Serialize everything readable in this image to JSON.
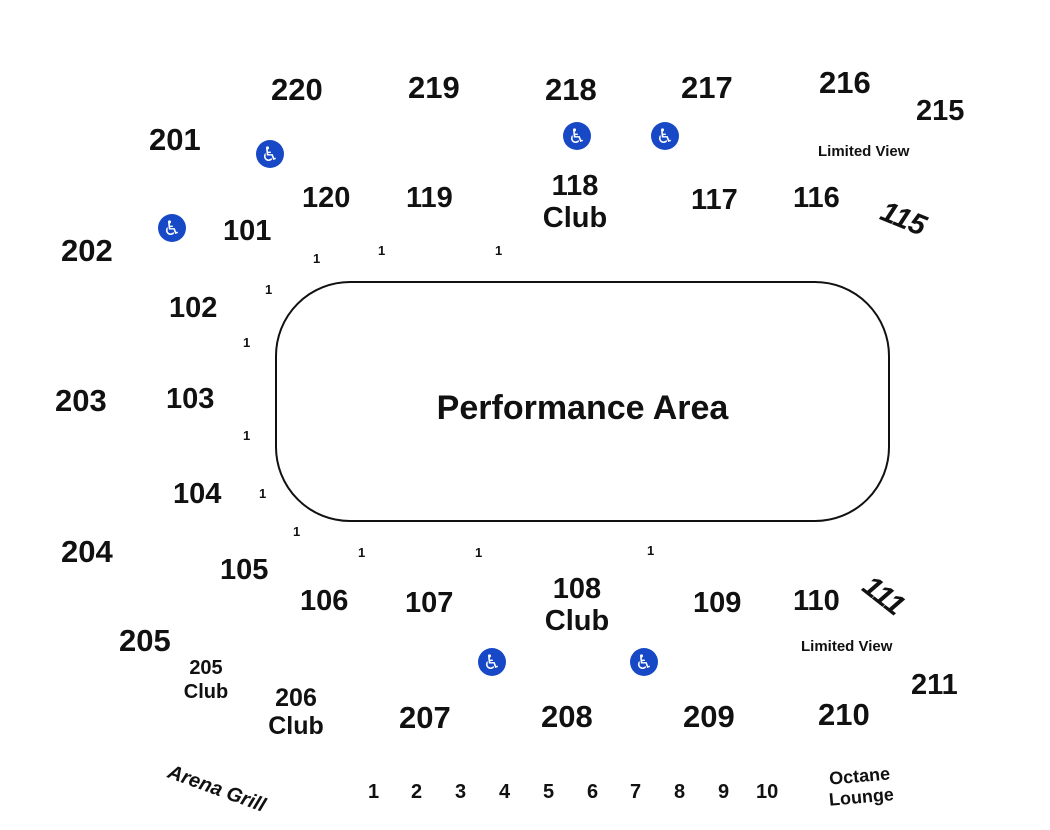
{
  "performance_area": "Performance Area",
  "sections": {
    "s220": "220",
    "s219": "219",
    "s218": "218",
    "s217": "217",
    "s216": "216",
    "s215": "215",
    "s201": "201",
    "s202": "202",
    "s203": "203",
    "s204": "204",
    "s205": "205",
    "s207": "207",
    "s208": "208",
    "s209": "209",
    "s210": "210",
    "s211": "211",
    "s120": "120",
    "s119": "119",
    "s118": "118",
    "s117": "117",
    "s116": "116",
    "s115": "115",
    "s101": "101",
    "s102": "102",
    "s103": "103",
    "s104": "104",
    "s105": "105",
    "s106": "106",
    "s107": "107",
    "s108": "108",
    "s109": "109",
    "s110": "110",
    "s111": "111"
  },
  "club": "Club",
  "club_205": {
    "number": "205",
    "label": "Club"
  },
  "club_206": {
    "number": "206",
    "label": "Club"
  },
  "limited_view": "Limited View",
  "arena_grill": "Arena Grill",
  "octane_lounge": {
    "line1": "Octane",
    "line2": "Lounge"
  },
  "row_marker": "1",
  "bottom_numbers": [
    "1",
    "2",
    "3",
    "4",
    "5",
    "6",
    "7",
    "8",
    "9",
    "10"
  ],
  "accessible_icon": "wheelchair-icon",
  "accessible_color": "#1749c6"
}
